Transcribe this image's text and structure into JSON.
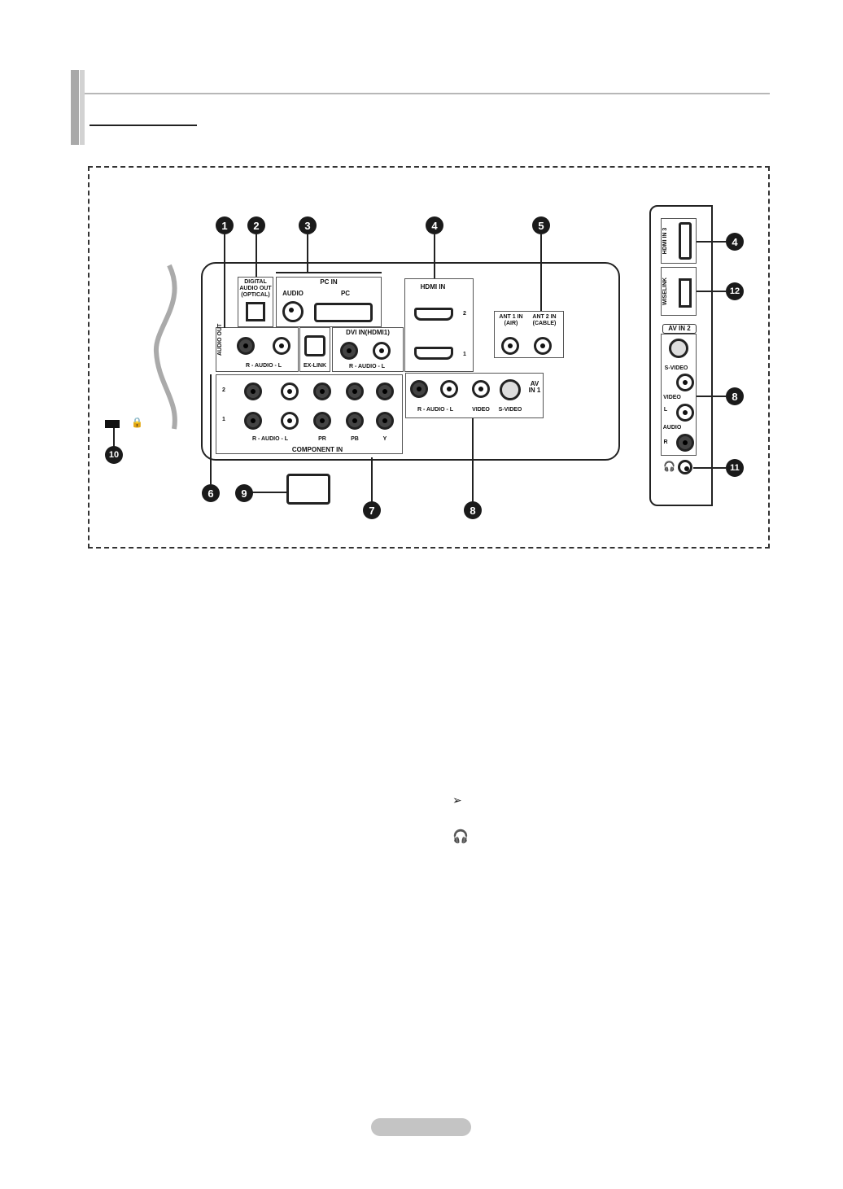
{
  "markers": {
    "m1": "1",
    "m2": "2",
    "m3": "3",
    "m4": "4",
    "m5": "5",
    "m6": "6",
    "m7": "7",
    "m8": "8",
    "m9": "9",
    "m10": "10",
    "m4b": "4",
    "m12": "12",
    "m8b": "8",
    "m11": "11"
  },
  "rear_panel": {
    "digital_audio_out": "DIGITAL AUDIO OUT (OPTICAL)",
    "pc_in": "PC IN",
    "audio": "AUDIO",
    "pc": "PC",
    "hdmi_in": "HDMI IN",
    "hdmi_2": "2",
    "hdmi_1": "1",
    "ant1": "ANT 1 IN (AIR)",
    "ant2": "ANT 2 IN (CABLE)",
    "audio_out": "AUDIO OUT",
    "audio_rl_1": "R - AUDIO - L",
    "ex_link": "EX-LINK",
    "dvi_in": "DVI IN(HDMI1)",
    "audio_rl_2": "R - AUDIO - L",
    "comp_row2": "2",
    "comp_row1": "1",
    "audio_rl_3": "R - AUDIO - L",
    "pr": "PR",
    "pb": "PB",
    "y": "Y",
    "component_in": "COMPONENT IN",
    "audio_rl_4": "R - AUDIO - L",
    "video": "VIDEO",
    "s_video": "S-VIDEO",
    "av_in_1": "AV IN 1"
  },
  "side_panel": {
    "hdmi_in_3": "HDMI IN 3",
    "wiselink": "WISELINK",
    "av_in_2": "AV IN 2",
    "s_video": "S-VIDEO",
    "video": "VIDEO",
    "audio": "AUDIO",
    "l": "L",
    "r": "R"
  },
  "icons": {
    "arrow": "arrow-right-icon",
    "headphone": "headphone-icon",
    "lock": "kensington-lock-icon"
  }
}
